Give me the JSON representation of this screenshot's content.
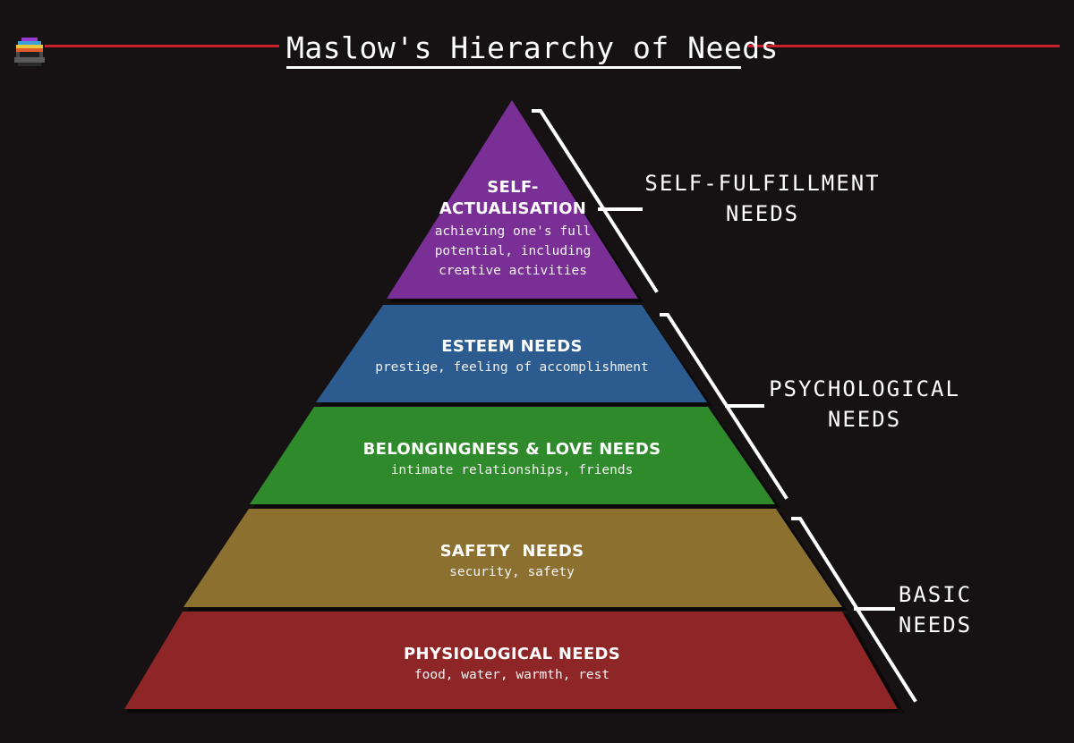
{
  "title": "Maslow's Hierarchy of Needs",
  "tiers": [
    {
      "name_line1": "SELF-",
      "name_line2": "ACTUALISATION",
      "desc_lines": [
        "achieving one's full",
        "potential, including",
        "creative activities"
      ],
      "color": "#7a2f96"
    },
    {
      "name": "ESTEEM NEEDS",
      "desc": "prestige, feeling of accomplishment",
      "color": "#2c5c8f"
    },
    {
      "name": "BELONGINGNESS & LOVE NEEDS",
      "desc": "intimate relationships, friends",
      "color": "#2e8a2a"
    },
    {
      "name": "SAFETY  NEEDS",
      "desc": "security, safety",
      "color": "#8c7030"
    },
    {
      "name": "PHYSIOLOGICAL NEEDS",
      "desc": "food, water, warmth, rest",
      "color": "#8e2526"
    }
  ],
  "groups": [
    {
      "line1": "SELF-FULFILLMENT",
      "line2": "NEEDS"
    },
    {
      "line1": "PSYCHOLOGICAL",
      "line2": "NEEDS"
    },
    {
      "line1": "BASIC",
      "line2": "NEEDS"
    }
  ],
  "colors": {
    "background": "#161214",
    "accent_line": "#c8202a",
    "text": "#ffffff"
  }
}
